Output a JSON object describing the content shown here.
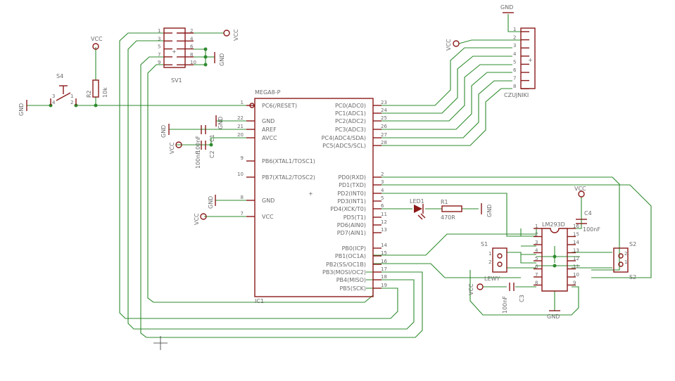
{
  "ic1": {
    "value": "MEGA8-P",
    "name": "IC1",
    "left_pins": [
      {
        "num": "1",
        "label": "PC6(/RESET)"
      },
      {
        "num": "22",
        "label": "GND"
      },
      {
        "num": "21",
        "label": "AREF"
      },
      {
        "num": "20",
        "label": "AVCC"
      },
      {
        "num": "9",
        "label": "PB6(XTAL1/TOSC1)"
      },
      {
        "num": "10",
        "label": "PB7(XTAL2/TOSC2)"
      },
      {
        "num": "8",
        "label": "GND"
      },
      {
        "num": "7",
        "label": "VCC"
      }
    ],
    "right_pins": [
      {
        "num": "23",
        "label": "PC0(ADC0)"
      },
      {
        "num": "24",
        "label": "PC1(ADC1)"
      },
      {
        "num": "25",
        "label": "PC2(ADC2)"
      },
      {
        "num": "26",
        "label": "PC3(ADC3)"
      },
      {
        "num": "27",
        "label": "PC4(ADC4/SDA)"
      },
      {
        "num": "28",
        "label": "PC5(ADC5/SCL)"
      },
      {
        "num": "2",
        "label": "PD0(RXD)"
      },
      {
        "num": "3",
        "label": "PD1(TXD)"
      },
      {
        "num": "4",
        "label": "PD2(INT0)"
      },
      {
        "num": "5",
        "label": "PD3(INT1)"
      },
      {
        "num": "6",
        "label": "PD4(XCK/T0)"
      },
      {
        "num": "11",
        "label": "PD5(T1)"
      },
      {
        "num": "12",
        "label": "PD6(AIN0)"
      },
      {
        "num": "13",
        "label": "PD7(AIN1)"
      },
      {
        "num": "14",
        "label": "PB0(ICP)"
      },
      {
        "num": "15",
        "label": "PB1(OC1A)"
      },
      {
        "num": "16",
        "label": "PB2(SS/OC1B)"
      },
      {
        "num": "17",
        "label": "PB3(MOSI/OC2)"
      },
      {
        "num": "18",
        "label": "PB4(MISO)"
      },
      {
        "num": "19",
        "label": "PB5(SCK)"
      }
    ]
  },
  "sv1": {
    "name": "SV1",
    "pins": [
      "1",
      "2",
      "3",
      "4",
      "5",
      "6",
      "7",
      "8",
      "9",
      "10"
    ]
  },
  "czujniki": {
    "name": "CZUJNIKI",
    "pins": [
      "1",
      "2",
      "3",
      "4",
      "5",
      "6",
      "7",
      "8"
    ]
  },
  "lm293": {
    "name": "LM293D",
    "left_pins": [
      "1",
      "2",
      "3",
      "4",
      "5",
      "6",
      "7",
      "8"
    ],
    "right_pins": [
      "16",
      "15",
      "14",
      "13",
      "12",
      "11",
      "10",
      "9"
    ]
  },
  "s1": {
    "name": "S1",
    "pins": [
      "1",
      "2"
    ]
  },
  "s2": {
    "name": "S2",
    "name2": "S2",
    "pins": [
      "1",
      "2"
    ]
  },
  "s4": {
    "name": "S4",
    "pins": [
      "3",
      "4",
      "1",
      "2"
    ]
  },
  "r2": {
    "name": "R2",
    "value": "10k"
  },
  "r1": {
    "name": "R1",
    "value": "470R"
  },
  "led1": {
    "name": "LED1"
  },
  "c1": {
    "name": "C1",
    "value": "100nF"
  },
  "c2": {
    "name": "C2",
    "value": "100nF"
  },
  "c3": {
    "name": "C3",
    "value": "100nF"
  },
  "c4": {
    "name": "C4",
    "value": "100nF"
  },
  "power": {
    "vcc": "VCC",
    "gnd": "GND"
  },
  "net_label": "LEWY"
}
